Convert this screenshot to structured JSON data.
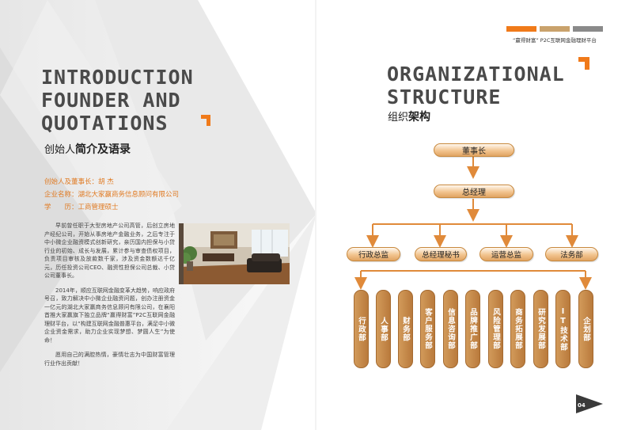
{
  "left": {
    "title_lines": [
      "INTRODUCTION",
      "FOUNDER AND",
      "QUOTATIONS"
    ],
    "subtitle_normal": "创始人",
    "subtitle_bold": "简介及语录",
    "info": {
      "line1": "创始人及董事长：胡 杰",
      "line2": "企业名称：湖北大家赢商务信息顾问有限公司",
      "line3": "学　　历：工商管理硕士"
    },
    "bio": {
      "p1": "早前曾任职于大型房地产公司高管，后创立房地产经纪公司，开始从事房地产金融业务，之后专注于中小微企业融资模式创新研究，亲历国内担保与小贷行业的初始、成长与发展，累计参与审查债权项目，负责项目审核及放款数千家，涉及资金数额达千亿元，历任投资公司CEO、融资性担保公司总裁、小贷公司董事长。",
      "p2": "2014年，顺应互联网金融变革大趋势，响应政府号召，致力解决中小微企业融资问题，创办注册资金一亿元的湖北大家赢商务信息顾问有限公司，在襄阳首推大家赢旗下独立品牌“赢得财富”P2C互联网金融理财平台，以“构建互联网金融普惠平台，满足中小微企业资金需求，助力企业实现梦想、梦圆人生”为使命！",
      "p3": "愿用自己的满腔热情，豪情壮志为中国财富管理行业作出贡献！"
    }
  },
  "right": {
    "title_lines": [
      "ORGANIZATIONAL",
      "STRUCTURE"
    ],
    "subtitle_normal": "组织",
    "subtitle_bold": "架构",
    "brand": "“赢得财富” P2C互联网金融理财平台",
    "org": {
      "level1": "董事长",
      "level2": "总经理",
      "level3": [
        "行政总监",
        "总经理秘书",
        "运营总监",
        "法务部"
      ],
      "departments": [
        "行政部",
        "人事部",
        "财务部",
        "客户服务部",
        "信息咨询部",
        "品牌推广部",
        "风险管理部",
        "商务拓展部",
        "研究发展部",
        "IT技术部",
        "企划部"
      ]
    }
  },
  "page_number": "04",
  "colors": {
    "accent_orange": "#f07a1a",
    "bar_orange": "#f07a1a",
    "bar_tan": "#c9a26c",
    "bar_gray": "#8a8a8a",
    "title_gray": "#4a4a4a",
    "dept_brown": "#b97a3c",
    "node_peach": "#f2c48f"
  }
}
